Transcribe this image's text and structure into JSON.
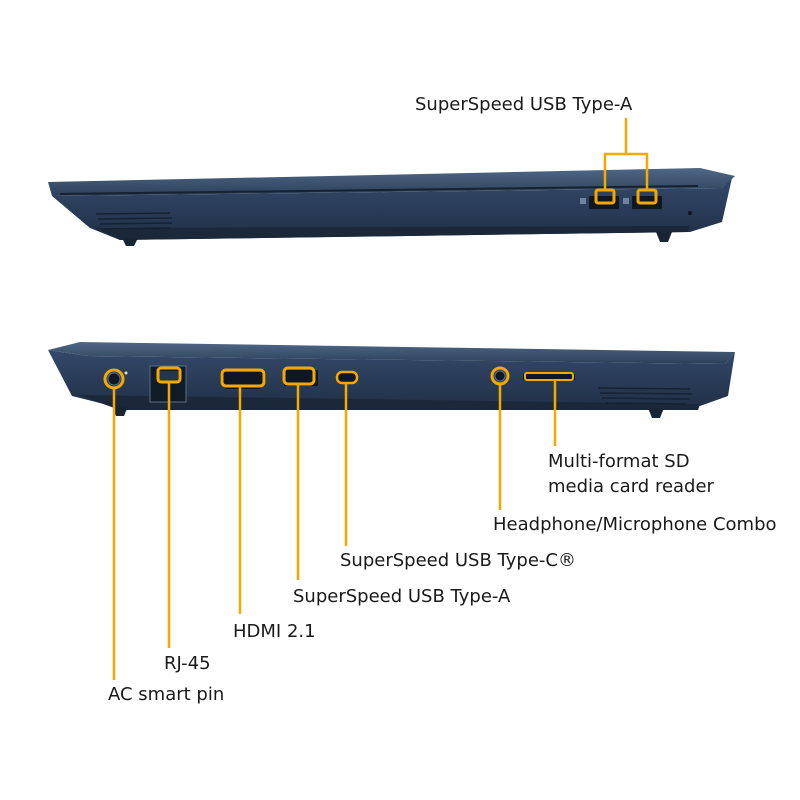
{
  "colors": {
    "body_top": "#3c5470",
    "body_side": "#2a3d55",
    "body_dark": "#1b2a3d",
    "accent": "#f5a800",
    "text": "#1a1a1a"
  },
  "right_side": {
    "label": "SuperSpeed USB Type-A"
  },
  "left_side": {
    "ports": [
      {
        "label": "AC smart pin"
      },
      {
        "label": "RJ-45"
      },
      {
        "label": "HDMI 2.1"
      },
      {
        "label": "SuperSpeed USB Type-A"
      },
      {
        "label": "SuperSpeed USB Type-C®"
      },
      {
        "label": "Headphone/Microphone Combo"
      },
      {
        "label_line1": "Multi-format SD",
        "label_line2": "media card reader"
      }
    ]
  }
}
